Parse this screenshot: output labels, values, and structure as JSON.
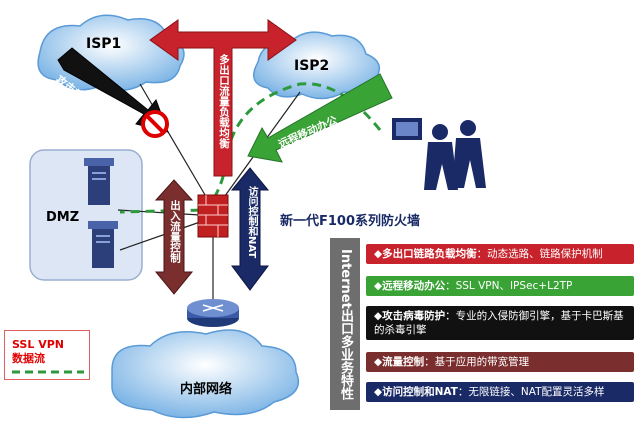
{
  "diagram": {
    "isp1_label": "ISP1",
    "isp2_label": "ISP2",
    "dmz_label": "DMZ",
    "internal_label": "内部网络",
    "firewall_label": "新一代F100系列防火墙",
    "attack_arrow_label": "攻击病毒防护",
    "load_balance_label": "多出口流量负载均衡",
    "remote_label": "远程移动办公",
    "traffic_label": "出入流量控制",
    "access_label": "访问控制和NAT",
    "legend": "SSL VPN\n数据流"
  },
  "panel": {
    "title": "Internet出口多业务特性",
    "features": [
      {
        "head": "多出口链路负载均衡",
        "body": "：动态选路、链路保护机制",
        "color": "#c8232c"
      },
      {
        "head": "远程移动办公",
        "body": "：SSL VPN、IPSec+L2TP",
        "color": "#3aa336"
      },
      {
        "head": "攻击病毒防护",
        "body": "：专业的入侵防御引擎，基于卡巴斯基的杀毒引擎",
        "color": "#111111"
      },
      {
        "head": "流量控制",
        "body": "：基于应用的带宽管理",
        "color": "#7b2e2e"
      },
      {
        "head": "访问控制和NAT",
        "body": "：无限链接、NAT配置灵活多样",
        "color": "#1a2a66"
      }
    ]
  },
  "colors": {
    "red": "#c8232c",
    "green": "#3aa336",
    "black": "#111111",
    "maroon": "#7b2e2e",
    "navy": "#1a2a66"
  }
}
